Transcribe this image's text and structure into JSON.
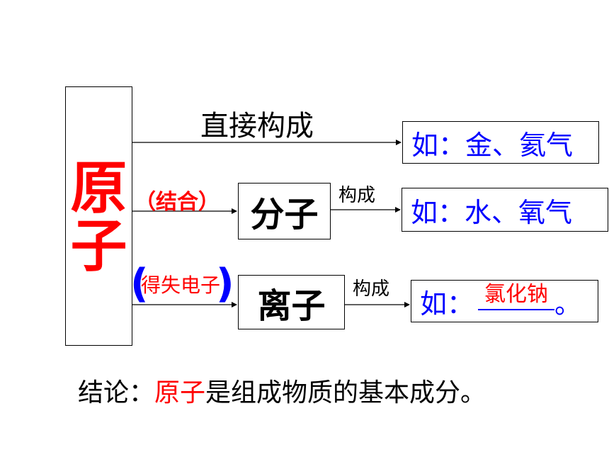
{
  "atom": {
    "label": "原子"
  },
  "direct": {
    "label": "直接构成"
  },
  "combine": {
    "label": "（结合）"
  },
  "molecule": {
    "label": "分子"
  },
  "gain_lose": {
    "label": "得失电子"
  },
  "ion": {
    "label": "离子"
  },
  "compose_label_1": "构成",
  "compose_label_2": "构成",
  "examples": [
    {
      "text": "如：金、氦气"
    },
    {
      "text": "如：水、氧气"
    },
    {
      "prefix": "如：",
      "answer": "氯化钠",
      "suffix": "。"
    }
  ],
  "conclusion": {
    "prefix": "结论：",
    "highlight": "原子",
    "rest": "是组成物质的基本成分。"
  },
  "colors": {
    "red": "#ff0000",
    "blue": "#0000ff",
    "black": "#000000"
  }
}
